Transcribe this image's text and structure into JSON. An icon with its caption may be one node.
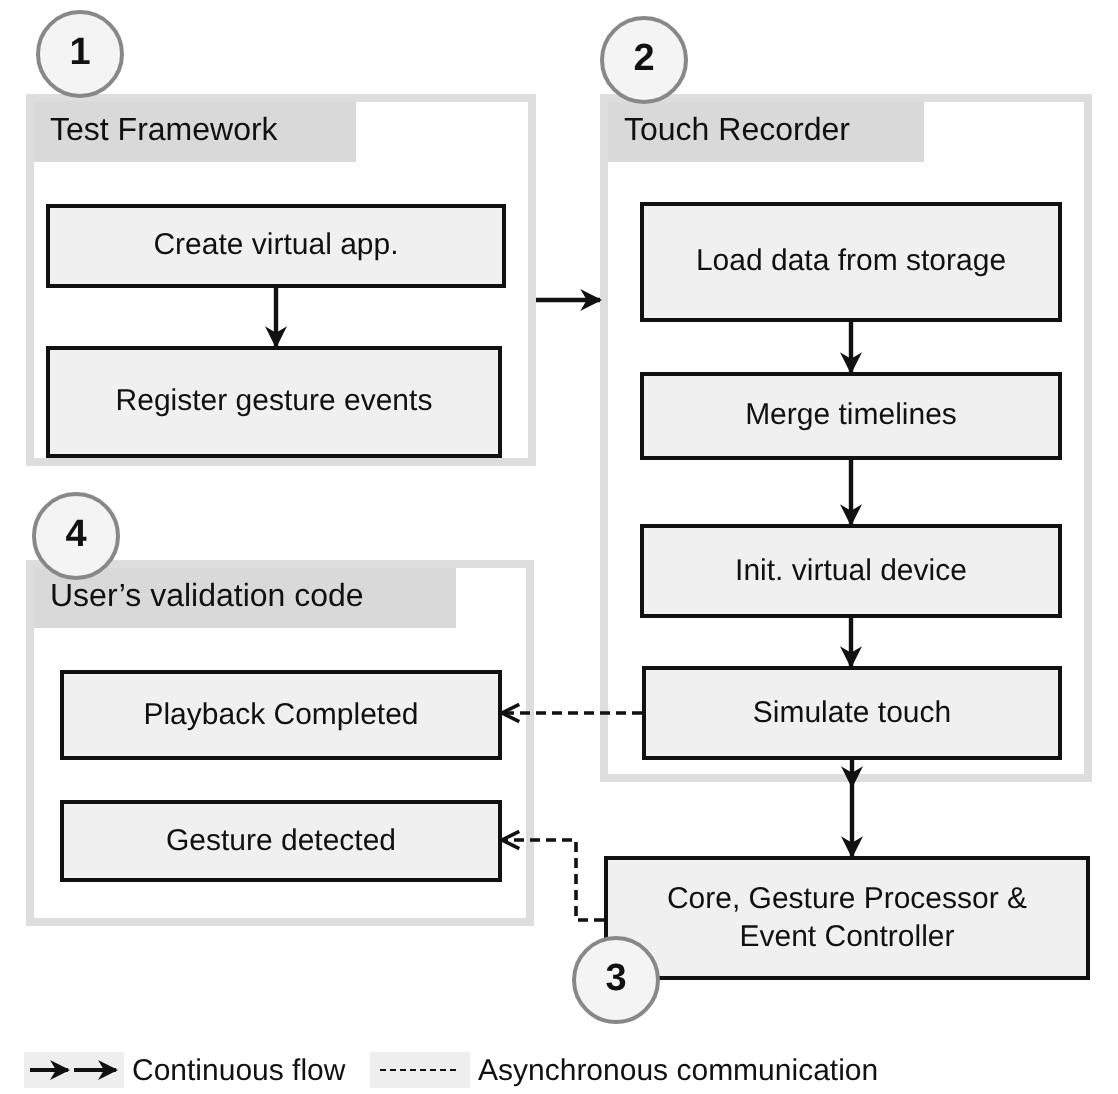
{
  "diagram": {
    "nodes": [
      {
        "text": [
          "1"
        ]
      },
      {
        "text": [
          "Test Framework"
        ]
      },
      {
        "text": [
          "Create virtual app."
        ],
        "in": 1
      },
      {
        "text": [
          "Register gesture events"
        ],
        "in": 1
      },
      {
        "text": [
          "2"
        ]
      },
      {
        "text": [
          "Touch Recorder"
        ]
      },
      {
        "text": [
          "Load data from storage"
        ],
        "in": 5
      },
      {
        "text": [
          "Merge timelines"
        ],
        "in": 5
      },
      {
        "text": [
          "Init. virtual device"
        ],
        "in": 5
      },
      {
        "text": [
          "Simulate touch"
        ],
        "in": 5
      },
      {
        "text": [
          "4"
        ]
      },
      {
        "text": [
          "User’s validation code"
        ]
      },
      {
        "text": [
          "Playback Completed"
        ],
        "in": 11
      },
      {
        "text": [
          "Gesture detected"
        ],
        "in": 11
      },
      {
        "text": [
          "Core, Gesture Processor & Event Controller"
        ]
      },
      {
        "text": [
          "3"
        ]
      }
    ],
    "edges": [
      {
        "from": 2,
        "to": 3,
        "arrow": "to"
      },
      {
        "from": 1,
        "to": 5,
        "arrow": "to"
      },
      {
        "from": 6,
        "to": 7,
        "arrow": "to"
      },
      {
        "from": 7,
        "to": 8,
        "arrow": "to"
      },
      {
        "from": 8,
        "to": 9,
        "arrow": "to"
      },
      {
        "from": 9,
        "to": 14,
        "arrow": "to"
      },
      {
        "from": 9,
        "to": 12,
        "arrow": "to",
        "style": "dashed"
      },
      {
        "from": 14,
        "to": 13,
        "arrow": "to",
        "style": "dashed"
      }
    ],
    "legend": [
      {
        "text": "Continuous flow"
      },
      {
        "text": "Asynchronous communication"
      }
    ]
  }
}
